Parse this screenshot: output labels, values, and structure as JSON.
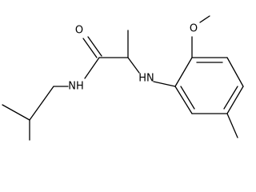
{
  "molecule": {
    "atom_labels": {
      "carbonyl_oxygen": "O",
      "amide_nitrogen": "NH",
      "amine_nitrogen": "HN",
      "ether_oxygen": "O"
    }
  }
}
